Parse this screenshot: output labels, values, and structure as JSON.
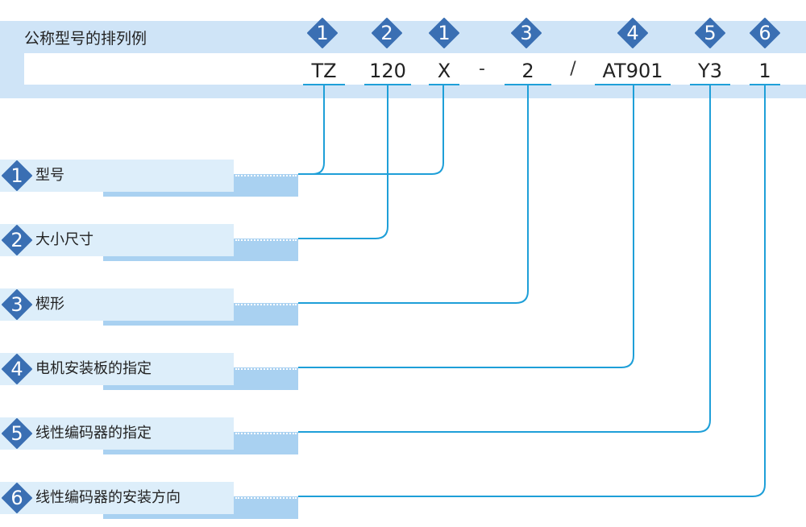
{
  "header": {
    "title": "公称型号的排列例"
  },
  "code_segments": [
    {
      "id": "tz",
      "text": "TZ",
      "num": "1"
    },
    {
      "id": "120",
      "text": "120",
      "num": "2"
    },
    {
      "id": "x",
      "text": "X",
      "num": "1"
    },
    {
      "id": "2",
      "text": "2",
      "num": "3"
    },
    {
      "id": "at901",
      "text": "AT901",
      "num": "4"
    },
    {
      "id": "y3",
      "text": "Y3",
      "num": "5"
    },
    {
      "id": "1",
      "text": "1",
      "num": "6"
    }
  ],
  "separators": [
    "-",
    "/"
  ],
  "rows": [
    {
      "num": "1",
      "label": "型号"
    },
    {
      "num": "2",
      "label": "大小尺寸"
    },
    {
      "num": "3",
      "label": "楔形"
    },
    {
      "num": "4",
      "label": "电机安装板的指定"
    },
    {
      "num": "5",
      "label": "线性编码器的指定"
    },
    {
      "num": "6",
      "label": "线性编码器的安装方向"
    }
  ],
  "colors": {
    "diamond": "#3a6fb3",
    "connector": "#1e9fd8",
    "band": "#cfe4f7"
  }
}
